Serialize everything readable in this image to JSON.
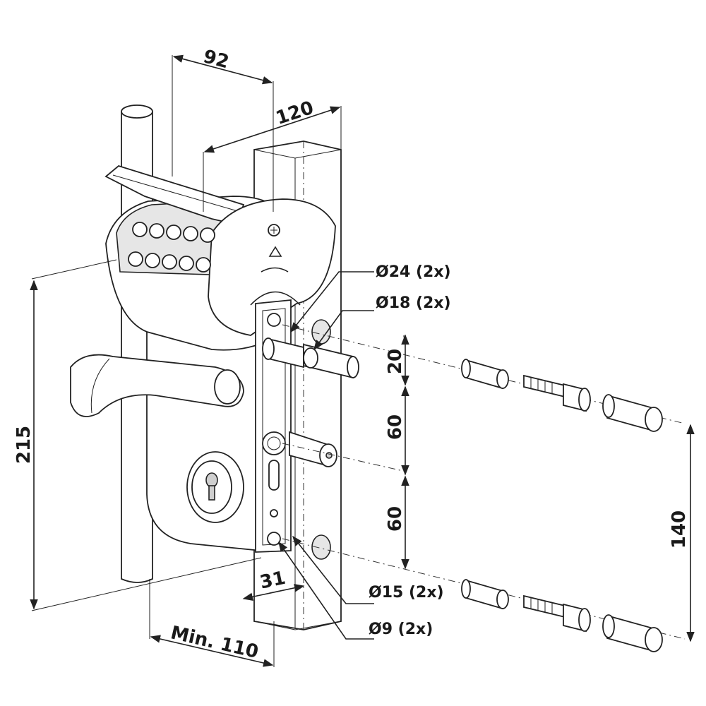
{
  "dimensions": {
    "width_top": "92",
    "depth_top": "120",
    "height_total": "215",
    "d1": "20",
    "d2": "60",
    "d3": "60",
    "screw_spacing": "140",
    "backset": "31",
    "min_distance": "Min. 110"
  },
  "callouts": {
    "d24": "Ø24 (2x)",
    "d18": "Ø18 (2x)",
    "d15": "Ø15 (2x)",
    "d9": "Ø9 (2x)"
  },
  "colors": {
    "line": "#222222",
    "background": "#ffffff",
    "shade": "#e6e6e6"
  }
}
